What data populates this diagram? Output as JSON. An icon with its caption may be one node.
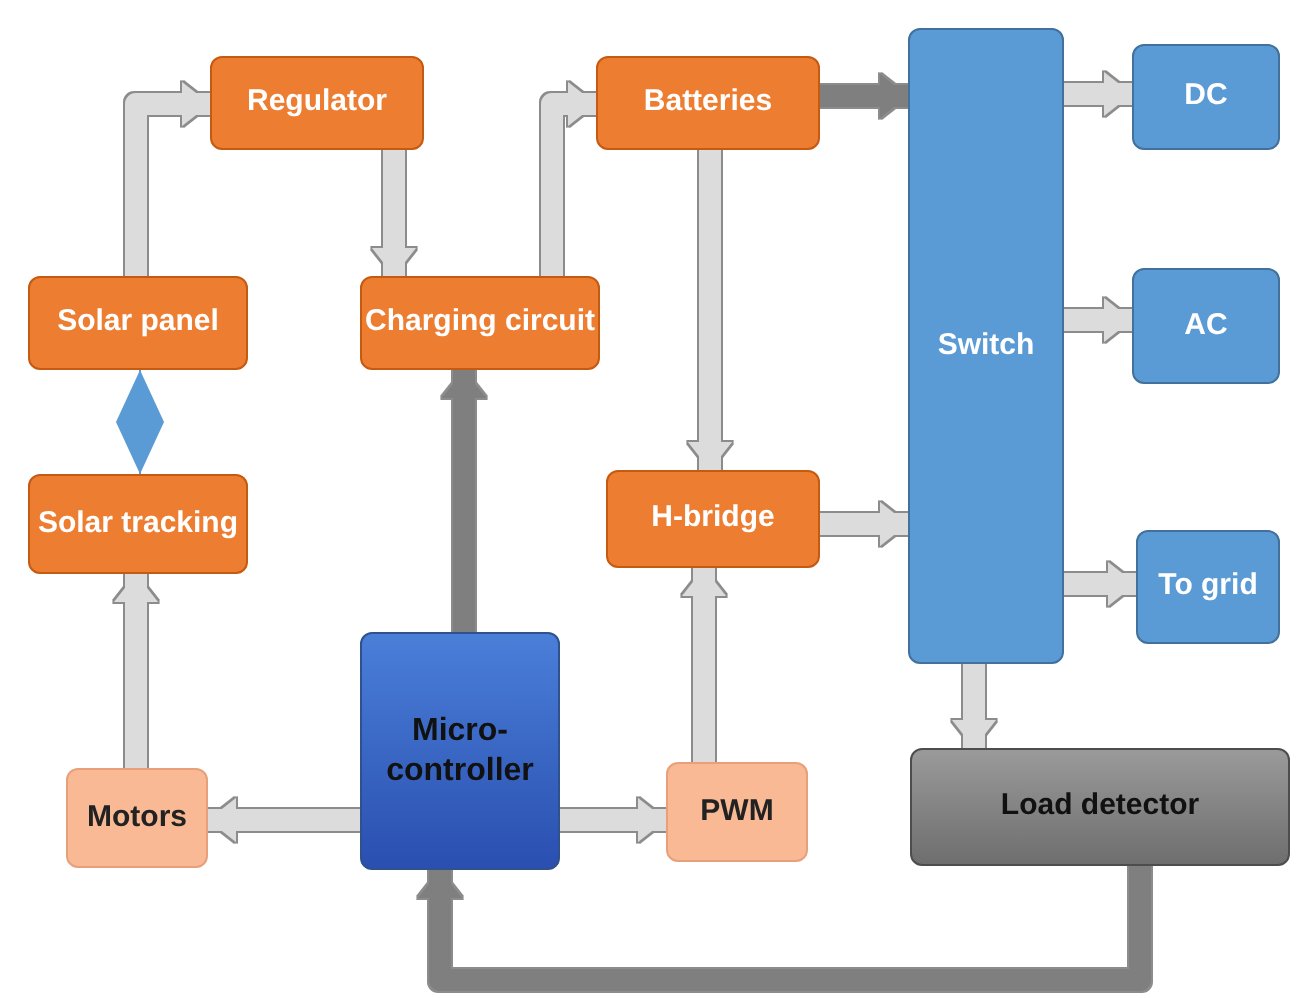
{
  "diagram": {
    "nodes": [
      {
        "text": [
          "Regulator"
        ]
      },
      {
        "text": [
          "Solar panel"
        ]
      },
      {
        "text": [
          "Solar tracking"
        ]
      },
      {
        "text": [
          "Charging circuit"
        ]
      },
      {
        "text": [
          "Batteries"
        ]
      },
      {
        "text": [
          "H-bridge"
        ]
      },
      {
        "text": [
          "Switch"
        ]
      },
      {
        "text": [
          "DC"
        ]
      },
      {
        "text": [
          "AC"
        ]
      },
      {
        "text": [
          "To grid"
        ]
      },
      {
        "text": [
          "Micro- controller"
        ]
      },
      {
        "text": [
          "Motors"
        ]
      },
      {
        "text": [
          "PWM"
        ]
      },
      {
        "text": [
          "Load detector"
        ]
      }
    ],
    "edges": [
      {
        "from": 1,
        "to": 0,
        "arrow": "to"
      },
      {
        "from": 0,
        "to": 3,
        "arrow": "to"
      },
      {
        "from": 3,
        "to": 4,
        "arrow": "to"
      },
      {
        "from": 4,
        "to": 6,
        "arrow": "to",
        "color": "#7f7f7f"
      },
      {
        "from": 4,
        "to": 5,
        "arrow": "to"
      },
      {
        "from": 5,
        "to": 6,
        "arrow": "to"
      },
      {
        "from": 6,
        "to": 7,
        "arrow": "to"
      },
      {
        "from": 6,
        "to": 8,
        "arrow": "to"
      },
      {
        "from": 6,
        "to": 9,
        "arrow": "to"
      },
      {
        "from": 6,
        "to": 13,
        "arrow": "to"
      },
      {
        "from": 13,
        "to": 10,
        "arrow": "to",
        "color": "#7f7f7f"
      },
      {
        "from": 10,
        "to": 3,
        "arrow": "to",
        "color": "#7f7f7f"
      },
      {
        "from": 10,
        "to": 11,
        "arrow": "to"
      },
      {
        "from": 10,
        "to": 12,
        "arrow": "to"
      },
      {
        "from": 12,
        "to": 5,
        "arrow": "to"
      },
      {
        "from": 11,
        "to": 2,
        "arrow": "to"
      },
      {
        "from": 1,
        "to": 2,
        "arrow": "both",
        "color": "#5b9bd5"
      }
    ]
  }
}
